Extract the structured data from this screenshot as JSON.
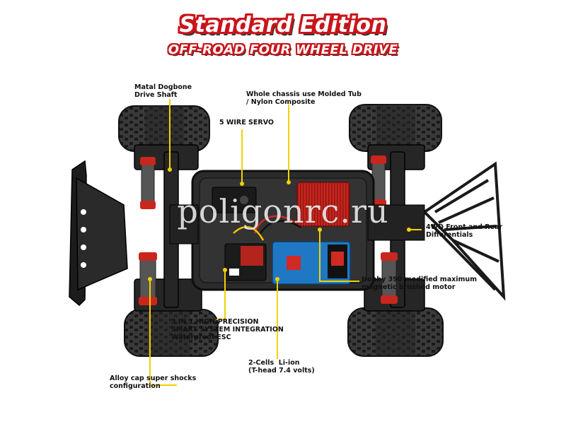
{
  "header": {
    "title": "Standard Edition",
    "subtitle": "OFF-ROAD FOUR WHEEL DRIVE"
  },
  "watermark": "poligonrc.ru",
  "callouts": {
    "dogbone": "Matal Dogbone\nDrive Shaft",
    "chassis": "Whole chassis use Molded Tub\n/ Nylon Composite",
    "servo": "5 WIRE SERVO",
    "differentials": "4WD Front and Rear\nDifferentials",
    "motor": "Hobby 390 modified maximum\nmagnetic brushed motor",
    "esc": "3 IN 1 HIGH-PRECISION\nSMART SYSTEM INTEGRATION\nWaterproof ESC",
    "battery": "2-Cells  Li-ion\n(T-head 7.4 volts)",
    "shocks": "Alloy cap super shocks\nconfiguration"
  },
  "colors": {
    "title_red": "#c8151b",
    "callout_line": "#f2d100",
    "chassis": "#2b2b2b",
    "motor_red": "#c9261e",
    "battery_blue": "#1f78c4"
  }
}
